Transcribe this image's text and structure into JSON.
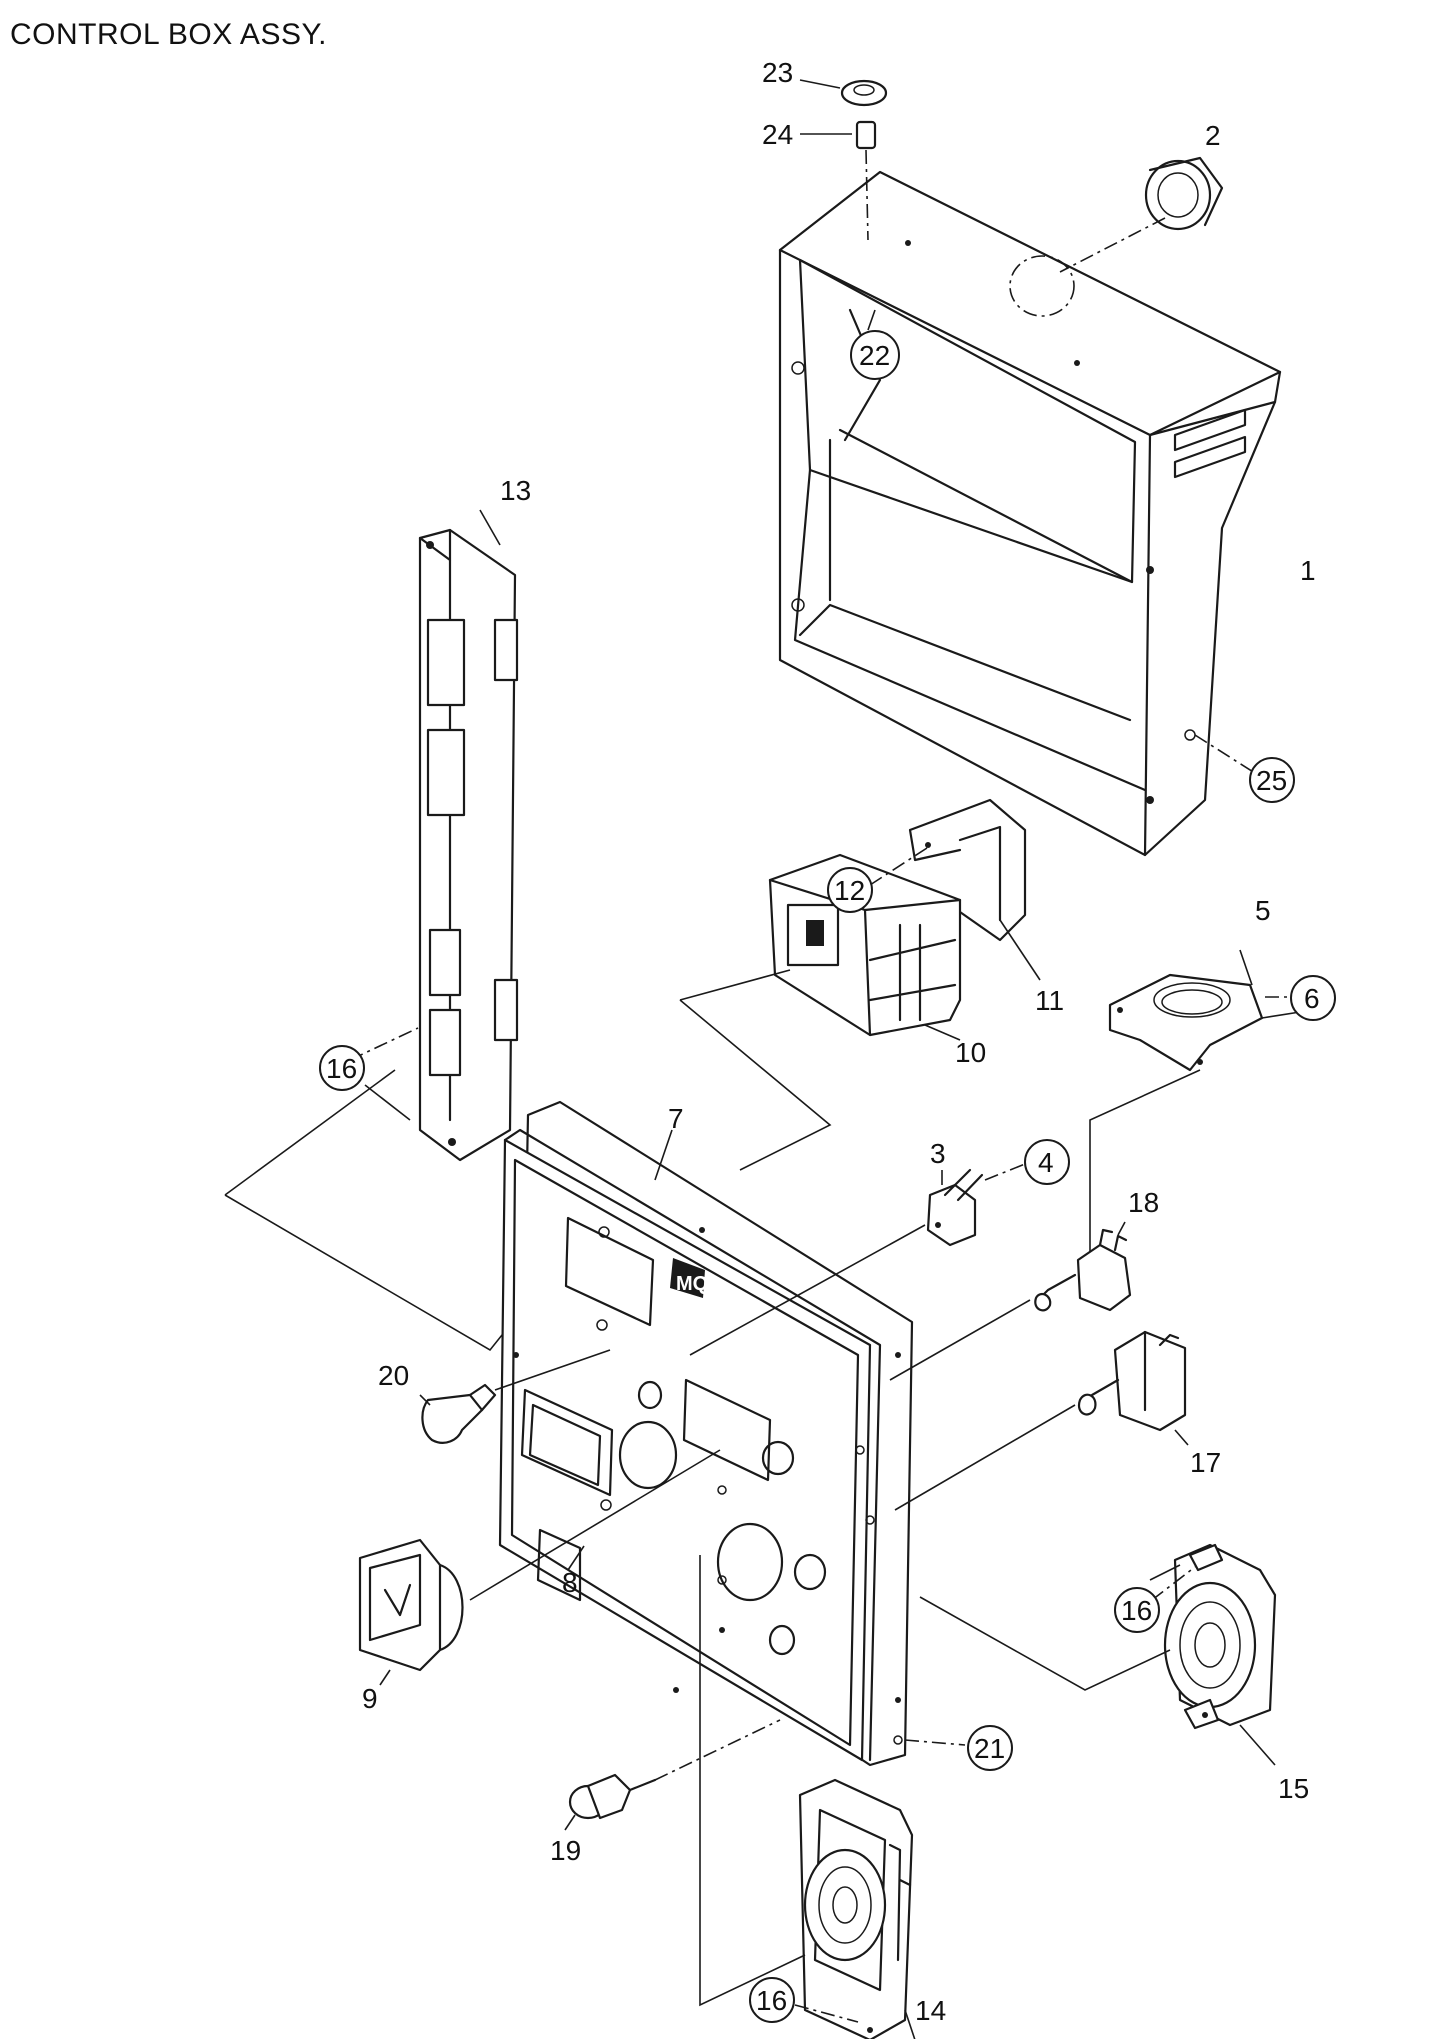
{
  "title": "CONTROL  BOX ASSY.",
  "callouts": [
    {
      "id": "1",
      "text": "1",
      "circled": false
    },
    {
      "id": "2",
      "text": "2",
      "circled": false
    },
    {
      "id": "3",
      "text": "3",
      "circled": false
    },
    {
      "id": "4",
      "text": "4",
      "circled": true
    },
    {
      "id": "5",
      "text": "5",
      "circled": false
    },
    {
      "id": "6",
      "text": "6",
      "circled": true
    },
    {
      "id": "7",
      "text": "7",
      "circled": false
    },
    {
      "id": "8",
      "text": "8",
      "circled": false
    },
    {
      "id": "9",
      "text": "9",
      "circled": false
    },
    {
      "id": "10",
      "text": "10",
      "circled": false
    },
    {
      "id": "11",
      "text": "11",
      "circled": false
    },
    {
      "id": "12",
      "text": "12",
      "circled": true
    },
    {
      "id": "13",
      "text": "13",
      "circled": false
    },
    {
      "id": "14",
      "text": "14",
      "circled": false
    },
    {
      "id": "15",
      "text": "15",
      "circled": false
    },
    {
      "id": "16a",
      "text": "16",
      "circled": true
    },
    {
      "id": "16b",
      "text": "16",
      "circled": true
    },
    {
      "id": "16c",
      "text": "16",
      "circled": true
    },
    {
      "id": "17",
      "text": "17",
      "circled": false
    },
    {
      "id": "18",
      "text": "18",
      "circled": false
    },
    {
      "id": "19",
      "text": "19",
      "circled": false
    },
    {
      "id": "20",
      "text": "20",
      "circled": false
    },
    {
      "id": "21",
      "text": "21",
      "circled": true
    },
    {
      "id": "22",
      "text": "22",
      "circled": true
    },
    {
      "id": "23",
      "text": "23",
      "circled": false
    },
    {
      "id": "24",
      "text": "24",
      "circled": false
    },
    {
      "id": "25",
      "text": "25",
      "circled": true
    }
  ]
}
